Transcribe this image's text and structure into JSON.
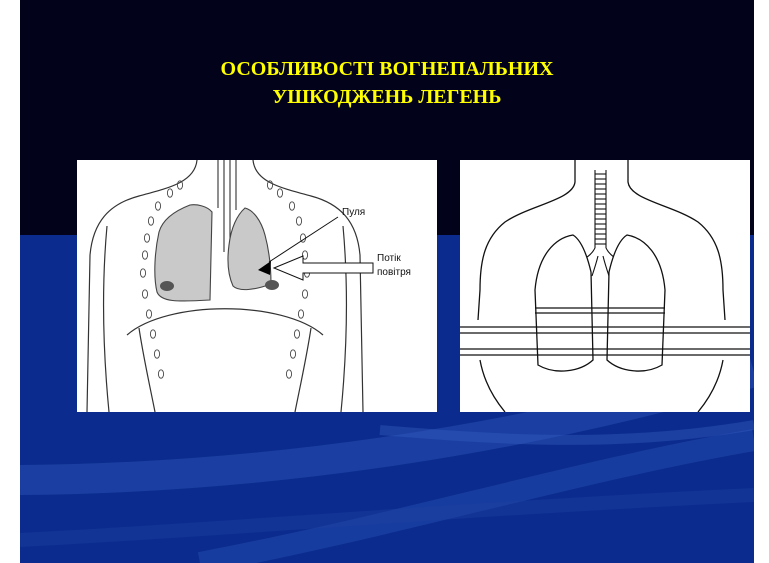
{
  "slide": {
    "title_line1": "ОСОБЛИВОСТІ ВОГНЕПАЛЬНИХ",
    "title_line2": "УШКОДЖЕНЬ ЛЕГЕНЬ"
  },
  "figure_left": {
    "label_bullet": "Пуля",
    "label_airflow_line1": "Потік",
    "label_airflow_line2": "повітря"
  },
  "colors": {
    "title": "#ffff00",
    "header_band": "#02031a",
    "body_band": "#0b2c8e",
    "figure_background": "#ffffff"
  }
}
